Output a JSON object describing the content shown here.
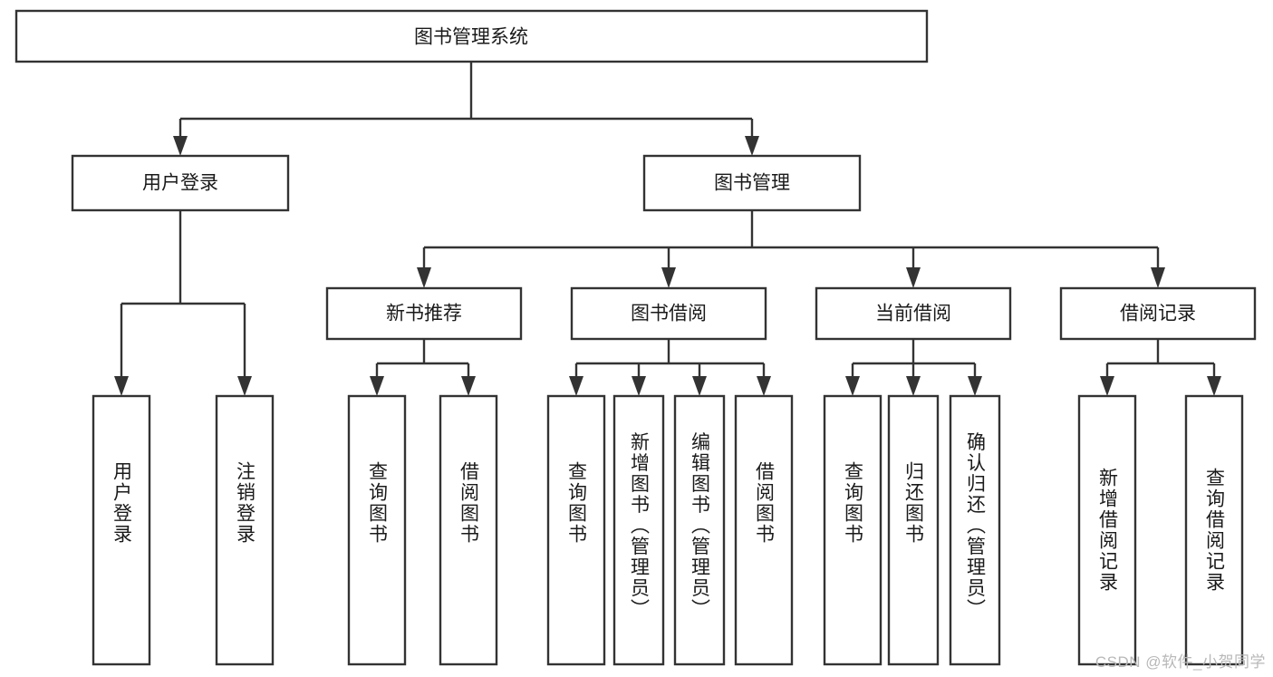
{
  "diagram": {
    "type": "tree-hierarchy",
    "title": "图书管理系统",
    "watermark": "CSDN @软件_小贺同学",
    "colors": {
      "stroke": "#333333",
      "fill": "#ffffff",
      "text": "#1a1a1a",
      "watermark": "#b8b8b8",
      "background": "#ffffff"
    },
    "levels": {
      "root": {
        "label": "图书管理系统"
      },
      "level2": [
        {
          "label": "用户登录"
        },
        {
          "label": "图书管理"
        }
      ],
      "level3": [
        {
          "label": "新书推荐"
        },
        {
          "label": "图书借阅"
        },
        {
          "label": "当前借阅"
        },
        {
          "label": "借阅记录"
        }
      ]
    },
    "leaves": {
      "user_login": [
        {
          "label": "用户登录"
        },
        {
          "label": "注销登录"
        }
      ],
      "new_book_recommend": [
        {
          "label": "查询图书"
        },
        {
          "label": "借阅图书"
        }
      ],
      "book_borrow": [
        {
          "label": "查询图书"
        },
        {
          "label": "新增图书（管理员）"
        },
        {
          "label": "编辑图书（管理员）"
        },
        {
          "label": "借阅图书"
        }
      ],
      "current_borrow": [
        {
          "label": "查询图书"
        },
        {
          "label": "归还图书"
        },
        {
          "label": "确认归还（管理员）"
        }
      ],
      "borrow_record": [
        {
          "label": "新增借阅记录"
        },
        {
          "label": "查询借阅记录"
        }
      ]
    }
  }
}
